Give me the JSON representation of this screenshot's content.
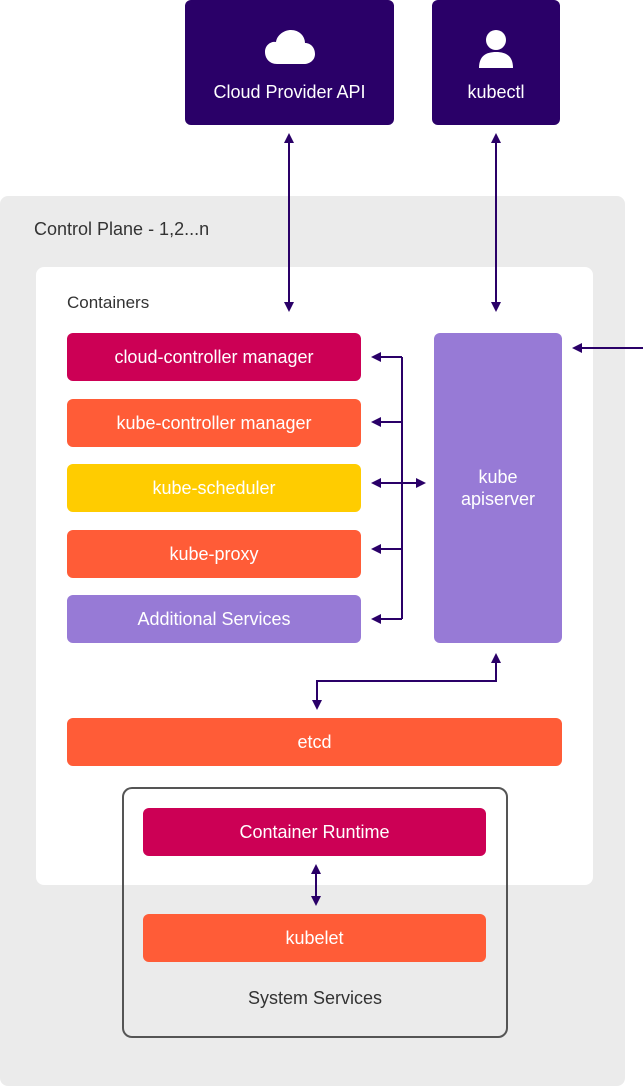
{
  "cloud_provider": {
    "label": "Cloud Provider API",
    "icon": "cloud-icon"
  },
  "kubectl": {
    "label": "kubectl",
    "icon": "user-icon"
  },
  "control_plane": {
    "title": "Control Plane - 1,2...n"
  },
  "containers": {
    "title": "Containers",
    "items": [
      {
        "label": "cloud-controller manager",
        "color": "#cc0055"
      },
      {
        "label": "kube-controller manager",
        "color": "#ff5c37"
      },
      {
        "label": "kube-scheduler",
        "color": "#ffcc00"
      },
      {
        "label": "kube-proxy",
        "color": "#ff5c37"
      },
      {
        "label": "Additional Services",
        "color": "#977ad6"
      }
    ]
  },
  "apiserver": {
    "line1": "kube",
    "line2": "apiserver",
    "color": "#977ad6"
  },
  "etcd": {
    "label": "etcd",
    "color": "#ff5c37"
  },
  "system_services": {
    "title": "System Services",
    "container_runtime": {
      "label": "Container Runtime",
      "color": "#cc0055"
    },
    "kubelet": {
      "label": "kubelet",
      "color": "#ff5c37"
    }
  },
  "colors": {
    "dark": "#2a0068",
    "plane_bg": "#ebebeb",
    "connector": "#2a0068"
  }
}
